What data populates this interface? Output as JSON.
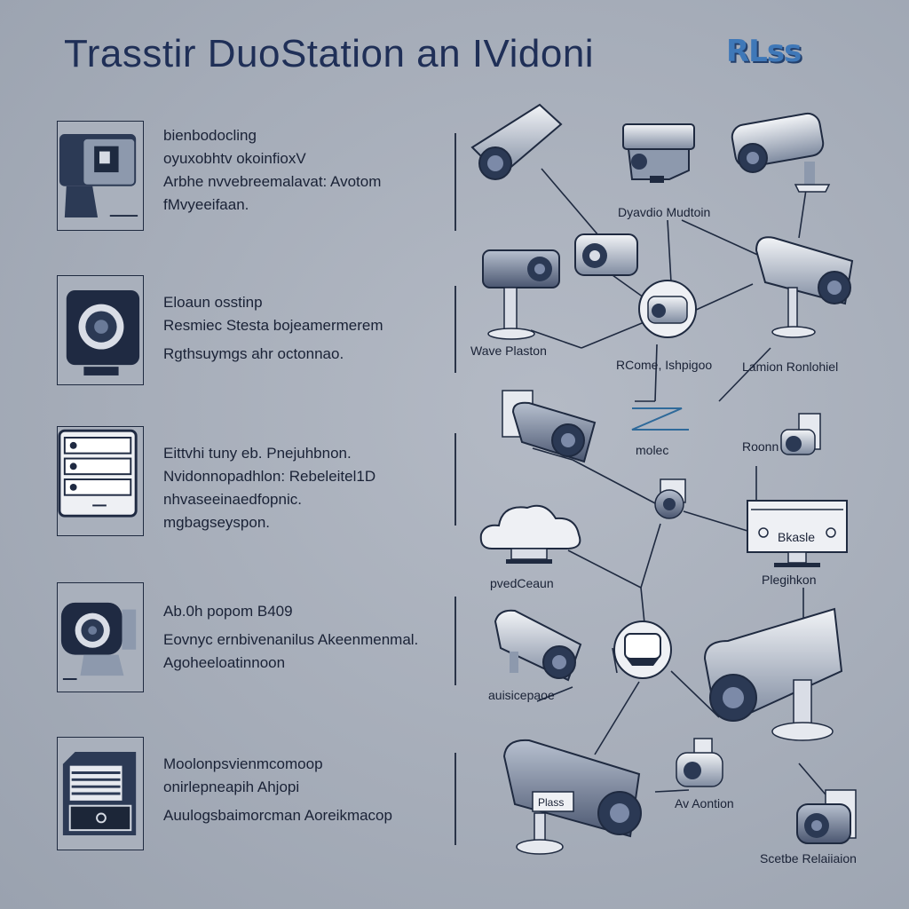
{
  "header": {
    "title": "Trasstir DuoStation an IVidoni",
    "brand": "RLss"
  },
  "features": [
    {
      "lines": [
        "bienbodocling",
        "oyuxobhtv okoinfioxV",
        "Arbhe nvvebreemalavat: Avotom",
        "fMvyeeifaan."
      ]
    },
    {
      "lines": [
        "Eloaun osstinp",
        "Resmiec Stesta bojeamermerem",
        "Rgthsuymgs ahr octonnao."
      ]
    },
    {
      "lines": [
        "Eittvhi tuny eb. Pnejuhbnon.",
        "Nvidonnopadhlon: Rebeleitel1D",
        "nhvaseeinaedfopnic.",
        "mgbagseyspon."
      ]
    },
    {
      "lines": [
        "Ab.0h popom B409",
        "Eovnyc ernbivenanilus Akeenmenmal.",
        "Agoheeloatinnoon"
      ]
    },
    {
      "lines": [
        "Moolonpsvienmcomoop",
        "onirlepneapih Ahjopi",
        "Auulogsbaimorcman Aoreikmacop"
      ]
    }
  ],
  "diagram_labels": {
    "top_center": "Dyavdio Mudtoin",
    "wave": "Wave Plaston",
    "rcomc": "RCome, Ishpigoo",
    "lamion": "Lamion Ronlohiel",
    "molec": "molec",
    "roonn": "Roonn",
    "cloud": "pvedCeaun",
    "monitor": "Plegihkon",
    "monitor_screen": "Bkasle",
    "cam_left": "auisicepaoe",
    "cam_small": "Av Aontion",
    "bottom_right": "Scetbe Relaiiaion",
    "big_cam_brand": "Plass"
  }
}
